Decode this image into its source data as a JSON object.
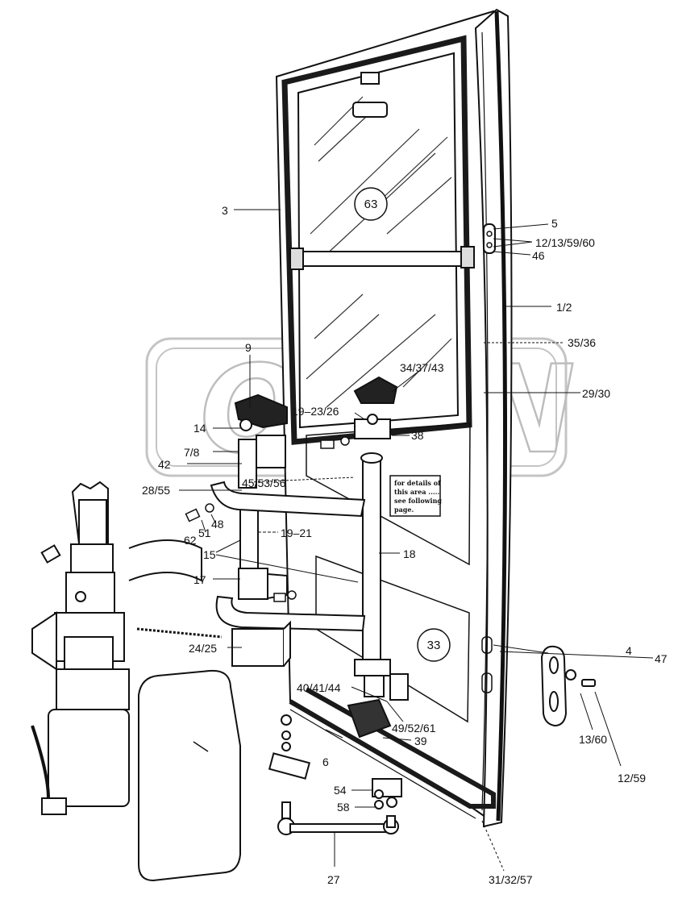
{
  "watermark": "OPEN",
  "note_lines": [
    "for details of",
    "this area .....",
    "see following",
    "page."
  ],
  "circled_labels": [
    {
      "id": "c63",
      "text": "63"
    },
    {
      "id": "c33",
      "text": "33"
    }
  ],
  "labels": [
    {
      "id": "l3",
      "text": "3"
    },
    {
      "id": "l5",
      "text": "5"
    },
    {
      "id": "l12_13",
      "text": "12/13/59/60"
    },
    {
      "id": "l46",
      "text": "46"
    },
    {
      "id": "l1_2",
      "text": "1/2"
    },
    {
      "id": "l35",
      "text": "35/36"
    },
    {
      "id": "l9",
      "text": "9"
    },
    {
      "id": "l34",
      "text": "34/37/43"
    },
    {
      "id": "l29",
      "text": "29/30"
    },
    {
      "id": "l14",
      "text": "14"
    },
    {
      "id": "l19_23",
      "text": "19–23/26"
    },
    {
      "id": "l7_8",
      "text": "7/8"
    },
    {
      "id": "l38",
      "text": "38"
    },
    {
      "id": "l42",
      "text": "42"
    },
    {
      "id": "l45",
      "text": "45/53/56"
    },
    {
      "id": "l28",
      "text": "28/55"
    },
    {
      "id": "l48",
      "text": "48"
    },
    {
      "id": "l51",
      "text": "51"
    },
    {
      "id": "l62",
      "text": "62"
    },
    {
      "id": "l19_21",
      "text": "19–21"
    },
    {
      "id": "l15",
      "text": "15"
    },
    {
      "id": "l18",
      "text": "18"
    },
    {
      "id": "l17",
      "text": "17"
    },
    {
      "id": "l24",
      "text": "24/25"
    },
    {
      "id": "l4",
      "text": "4"
    },
    {
      "id": "l47",
      "text": "47"
    },
    {
      "id": "l40",
      "text": "40/41/44"
    },
    {
      "id": "l49",
      "text": "49/52/61"
    },
    {
      "id": "l39",
      "text": "39"
    },
    {
      "id": "l13_60",
      "text": "13/60"
    },
    {
      "id": "l6",
      "text": "6"
    },
    {
      "id": "l12_59",
      "text": "12/59"
    },
    {
      "id": "l54",
      "text": "54"
    },
    {
      "id": "l58",
      "text": "58"
    },
    {
      "id": "l27",
      "text": "27"
    },
    {
      "id": "l31",
      "text": "31/32/57"
    }
  ]
}
